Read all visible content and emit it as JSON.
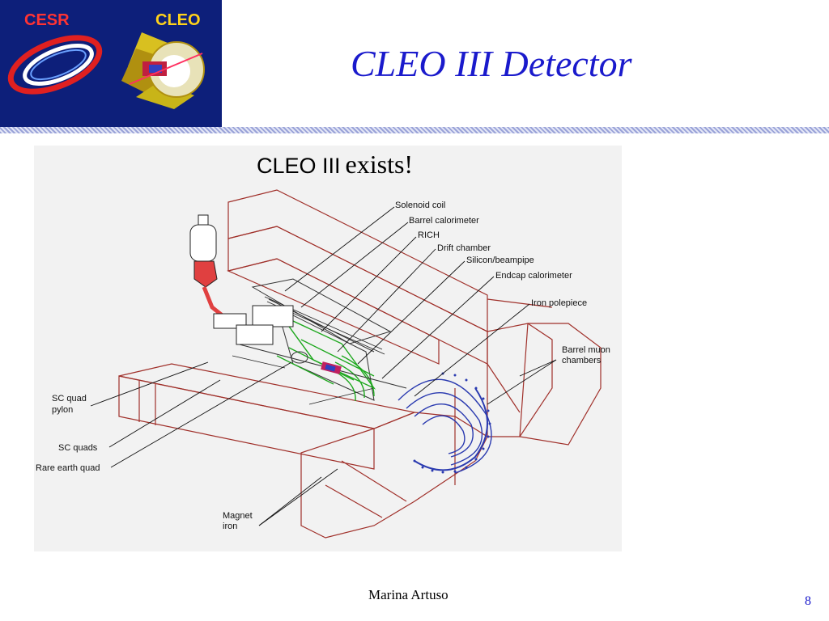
{
  "logo": {
    "left_text": "CESR",
    "right_text": "CLEO",
    "colors": {
      "background": "#0d1f7a",
      "cesr_text": "#ff3333",
      "cleo_text": "#ffd21a"
    }
  },
  "slide": {
    "title": "CLEO III Detector",
    "title_color": "#1a1acc",
    "author": "Marina Artuso",
    "page_number": "8"
  },
  "figure": {
    "heading_sans": "CLEO III",
    "heading_serif": "exists!",
    "labels": {
      "solenoid_coil": "Solenoid coil",
      "barrel_calorimeter": "Barrel calorimeter",
      "rich": "RICH",
      "drift_chamber": "Drift chamber",
      "silicon_beampipe": "Silicon/beampipe",
      "endcap_calorimeter": "Endcap calorimeter",
      "iron_polepiece": "Iron polepiece",
      "barrel_muon_line1": "Barrel muon",
      "barrel_muon_line2": "chambers",
      "sc_quad_pylon_line1": "SC quad",
      "sc_quad_pylon_line2": "pylon",
      "sc_quads": "SC quads",
      "rare_earth_quad": "Rare earth quad",
      "magnet_iron_line1": "Magnet",
      "magnet_iron_line2": "iron"
    }
  }
}
